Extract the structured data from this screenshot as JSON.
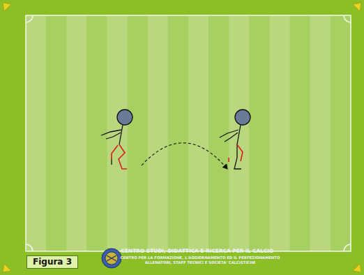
{
  "diagram": {
    "nodes": [
      {
        "text": [
          "Figura 3"
        ]
      }
    ],
    "labels": [
      "CENTRO STUDI, DIDATTICA E RICERCA PER IL CALCIO",
      "CENTRO PER LA FORMAZIONE, L'AGGIORNAMENTO ED IL PERFEZIONAMENTO ALLENATORI, STAFF TECNICI E SOCIETA' CALCISTICHE"
    ]
  }
}
